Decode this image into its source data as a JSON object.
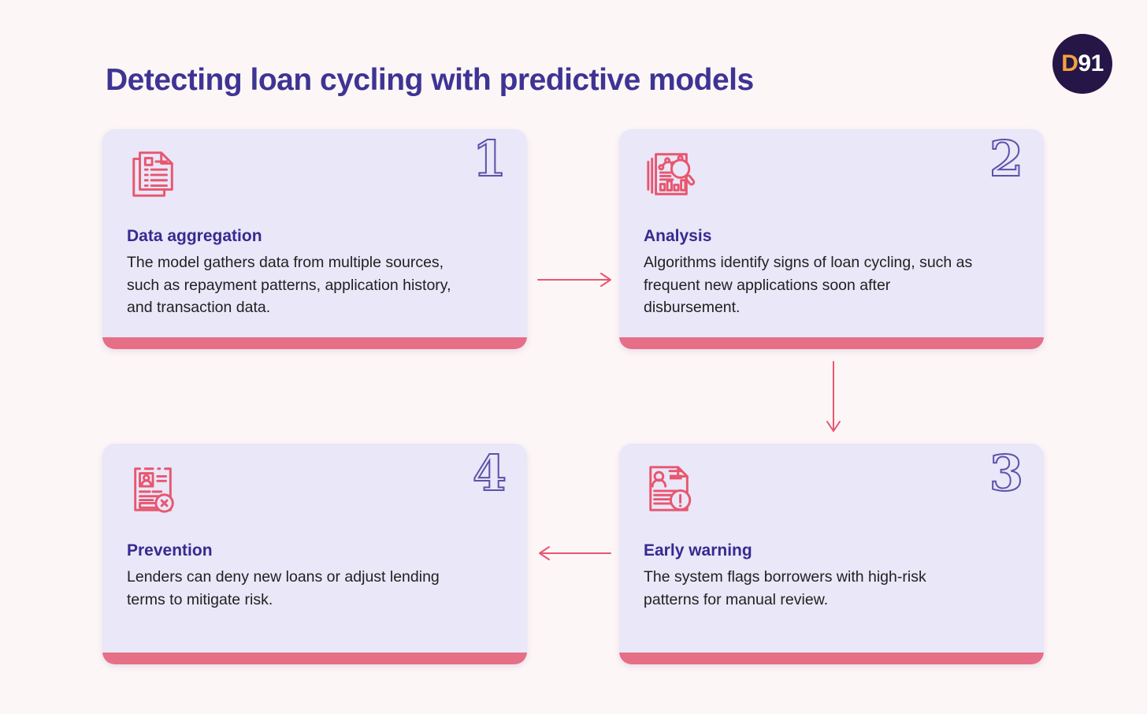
{
  "colors": {
    "background": "#fdf6f7",
    "card_background": "#e9e7f8",
    "card_bottom_bar_pink": "#e66e87",
    "icon_stroke_pink": "#e8566f",
    "arrow_pink": "#e8566f",
    "header_title_purple": "#3e3494",
    "card_title_purple": "#372a8f",
    "step_number_outline_purple": "#5b52a9",
    "logo_background": "#261547",
    "logo_d_orange": "#f2a33c",
    "logo_number_white": "#ffffff",
    "body_text": "#212121"
  },
  "header": {
    "title": "Detecting loan cycling with predictive models",
    "logo": {
      "d": "D",
      "suffix": "91"
    }
  },
  "steps": [
    {
      "number": "1",
      "icon": "stacked-documents-icon",
      "title": "Data aggregation",
      "description": "The model gathers data from multiple sources,\nsuch as repayment patterns, application history,\nand transaction data."
    },
    {
      "number": "2",
      "icon": "report-magnifier-icon",
      "title": "Analysis",
      "description": "Algorithms identify signs of loan cycling, such as\nfrequent new applications soon after\ndisbursement."
    },
    {
      "number": "3",
      "icon": "document-alert-icon",
      "title": "Early warning",
      "description": "The system flags borrowers with high-risk\npatterns for manual review."
    },
    {
      "number": "4",
      "icon": "document-reject-icon",
      "title": "Prevention",
      "description": "Lenders can deny new loans or adjust lending\nterms to mitigate risk."
    }
  ]
}
